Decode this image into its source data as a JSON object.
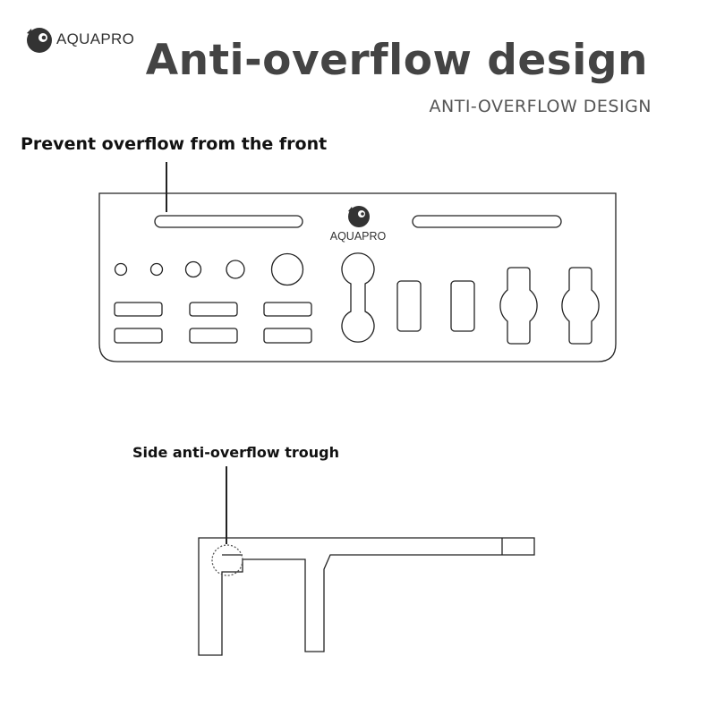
{
  "brand": {
    "name": "AQUAPRO",
    "panel_logo": "AQUAPRO",
    "logo_icon": "fish-logo-icon"
  },
  "header": {
    "title": "Anti-overflow design",
    "subtitle": "ANTI-OVERFLOW DESIGN"
  },
  "annotations": {
    "front_label": "Prevent overflow from the front",
    "side_label": "Side anti-overflow trough"
  },
  "colors": {
    "title": "#444444",
    "line": "#222222"
  }
}
